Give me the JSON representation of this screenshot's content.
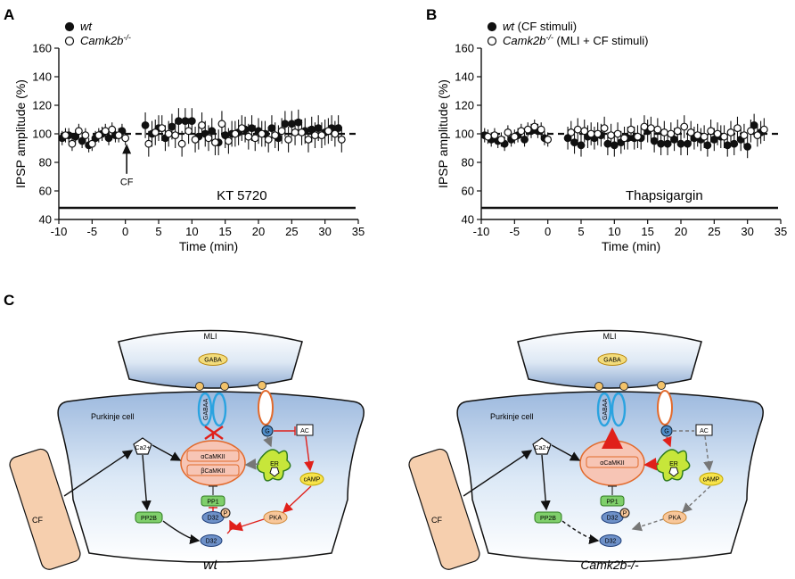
{
  "panels": {
    "a_label": "A",
    "b_label": "B",
    "c_label": "C"
  },
  "chart_data": [
    {
      "type": "scatter",
      "panel": "A",
      "xlabel": "Time (min)",
      "ylabel": "IPSP amplitude (%)",
      "xlim": [
        -10,
        35
      ],
      "ylim": [
        40,
        160
      ],
      "xticks": [
        -10,
        -5,
        0,
        5,
        10,
        15,
        20,
        25,
        30,
        35
      ],
      "yticks": [
        40,
        60,
        80,
        100,
        120,
        140,
        160
      ],
      "legend_placement": "top-left",
      "drug_label": "KT 5720",
      "annotation": "CF",
      "reference_line": 100,
      "series": [
        {
          "name": "wt",
          "marker": "filled",
          "x": [
            -9.5,
            -8.5,
            -7.5,
            -6.5,
            -5.5,
            -4.5,
            -3.5,
            -2.5,
            -1.5,
            -0.5,
            3,
            4,
            5,
            6,
            7,
            8,
            9,
            10,
            11,
            12,
            13,
            14,
            15,
            16,
            17,
            18,
            19,
            20,
            21,
            22,
            23,
            24,
            25,
            26,
            27,
            28,
            29,
            30,
            31,
            32
          ],
          "y": [
            97,
            99,
            98,
            95,
            92,
            97,
            100,
            97,
            99,
            102,
            106,
            100,
            104,
            97,
            105,
            109,
            109,
            109,
            98,
            100,
            102,
            94,
            99,
            100,
            101,
            103,
            104,
            102,
            100,
            104,
            97,
            107,
            107,
            108,
            102,
            103,
            104,
            101,
            104,
            104
          ],
          "err": [
            5,
            5,
            5,
            5,
            5,
            5,
            5,
            5,
            5,
            5,
            9,
            9,
            9,
            9,
            9,
            9,
            9,
            9,
            9,
            9,
            9,
            9,
            9,
            9,
            9,
            9,
            9,
            9,
            9,
            9,
            9,
            9,
            9,
            9,
            9,
            9,
            9,
            9,
            9,
            9
          ]
        },
        {
          "name": "Camk2b-/-",
          "marker": "open",
          "x": [
            -9,
            -8,
            -7,
            -6,
            -5,
            -4,
            -3,
            -2,
            -1,
            0,
            3.5,
            4.5,
            5.5,
            6.5,
            7.5,
            8.5,
            9.5,
            10.5,
            11.5,
            12.5,
            13.5,
            14.5,
            15.5,
            16.5,
            17.5,
            18.5,
            19.5,
            20.5,
            21.5,
            22.5,
            23.5,
            24.5,
            25.5,
            26.5,
            27.5,
            28.5,
            29.5,
            30.5,
            31.5,
            32.5
          ],
          "y": [
            99,
            93,
            102,
            99,
            93,
            99,
            102,
            103,
            99,
            97,
            93,
            101,
            104,
            100,
            99,
            93,
            102,
            96,
            106,
            97,
            94,
            107,
            95,
            100,
            104,
            98,
            97,
            100,
            96,
            99,
            102,
            96,
            101,
            101,
            96,
            99,
            99,
            102,
            100,
            96
          ],
          "err": [
            5,
            5,
            5,
            5,
            5,
            5,
            5,
            5,
            5,
            5,
            9,
            9,
            9,
            9,
            9,
            9,
            9,
            9,
            9,
            9,
            9,
            9,
            9,
            9,
            9,
            9,
            9,
            9,
            9,
            9,
            9,
            9,
            9,
            9,
            9,
            9,
            9,
            9,
            9,
            9
          ]
        }
      ]
    },
    {
      "type": "scatter",
      "panel": "B",
      "xlabel": "Time (min)",
      "ylabel": "IPSP amplitude (%)",
      "xlim": [
        -10,
        35
      ],
      "ylim": [
        40,
        160
      ],
      "xticks": [
        -10,
        -5,
        0,
        5,
        10,
        15,
        20,
        25,
        30,
        35
      ],
      "yticks": [
        40,
        60,
        80,
        100,
        120,
        140,
        160
      ],
      "legend_placement": "top-left",
      "drug_label": "Thapsigargin",
      "reference_line": 100,
      "series": [
        {
          "name": "wt",
          "name_suffix": " (CF stimuli)",
          "marker": "filled",
          "x": [
            -9.5,
            -8.5,
            -7.5,
            -6.5,
            -5.5,
            -4.5,
            -3.5,
            -2.5,
            -1.5,
            -0.5,
            3,
            4,
            5,
            6,
            7,
            8,
            9,
            10,
            11,
            12,
            13,
            14,
            15,
            16,
            17,
            18,
            19,
            20,
            21,
            22,
            23,
            24,
            25,
            26,
            27,
            28,
            29,
            30,
            31,
            32
          ],
          "y": [
            99,
            96,
            95,
            93,
            96,
            99,
            96,
            102,
            102,
            97,
            97,
            94,
            92,
            98,
            97,
            99,
            93,
            92,
            94,
            97,
            97,
            97,
            102,
            95,
            93,
            93,
            96,
            93,
            93,
            97,
            96,
            92,
            96,
            98,
            92,
            93,
            96,
            91,
            106,
            101
          ],
          "err": [
            5,
            5,
            5,
            5,
            5,
            5,
            5,
            5,
            5,
            5,
            8,
            8,
            8,
            8,
            8,
            8,
            8,
            8,
            8,
            8,
            8,
            8,
            8,
            8,
            8,
            8,
            8,
            8,
            8,
            8,
            8,
            8,
            8,
            8,
            8,
            8,
            8,
            8,
            8,
            8
          ]
        },
        {
          "name": "Camk2b-/-",
          "name_suffix": " (MLI + CF stimuli)",
          "marker": "open",
          "x": [
            -9,
            -8,
            -7,
            -6,
            -5,
            -4,
            -3,
            -2,
            -1,
            0,
            3.5,
            4.5,
            5.5,
            6.5,
            7.5,
            8.5,
            9.5,
            10.5,
            11.5,
            12.5,
            13.5,
            14.5,
            15.5,
            16.5,
            17.5,
            18.5,
            19.5,
            20.5,
            21.5,
            22.5,
            23.5,
            24.5,
            25.5,
            26.5,
            27.5,
            28.5,
            29.5,
            30.5,
            31.5,
            32.5
          ],
          "y": [
            98,
            99,
            96,
            101,
            98,
            102,
            103,
            105,
            103,
            96,
            101,
            103,
            102,
            100,
            100,
            104,
            99,
            100,
            97,
            103,
            98,
            105,
            104,
            103,
            101,
            100,
            102,
            105,
            101,
            99,
            98,
            102,
            100,
            98,
            101,
            104,
            99,
            102,
            99,
            103
          ],
          "err": [
            5,
            5,
            5,
            5,
            5,
            5,
            5,
            5,
            5,
            5,
            8,
            8,
            8,
            8,
            8,
            8,
            8,
            8,
            8,
            8,
            8,
            8,
            8,
            8,
            8,
            8,
            8,
            8,
            8,
            8,
            8,
            8,
            8,
            8,
            8,
            8,
            8,
            8,
            8,
            8
          ]
        }
      ]
    }
  ],
  "diagram": {
    "mli": "MLI",
    "gaba": "GABA",
    "gaba_a": "GABAA",
    "gaba_b": "GABAB",
    "purkinje": "Purkinje cell",
    "cf": "CF",
    "ca": "Ca2+",
    "alpha_camkii": "αCaMKII",
    "beta_camkii": "βCaMKII",
    "er": "ER",
    "g": "G",
    "ac": "AC",
    "camp": "cAMP",
    "pp1": "PP1",
    "pp2b": "PP2B",
    "d32": "D32",
    "p": "P",
    "pka": "PKA",
    "wt_caption": "wt",
    "ko_caption": "Camk2b-/-"
  },
  "colors": {
    "inhibit_red": "#e0201a",
    "cell_blue": "#b9cfea",
    "cf_fill": "#f6cfae",
    "green_box": "#7fcf6b",
    "camkii_fill": "#f7c5b5",
    "yellow": "#f7e34a",
    "gaba_fill": "#f3dc7a",
    "receptor_blue": "#2aa3e0"
  }
}
